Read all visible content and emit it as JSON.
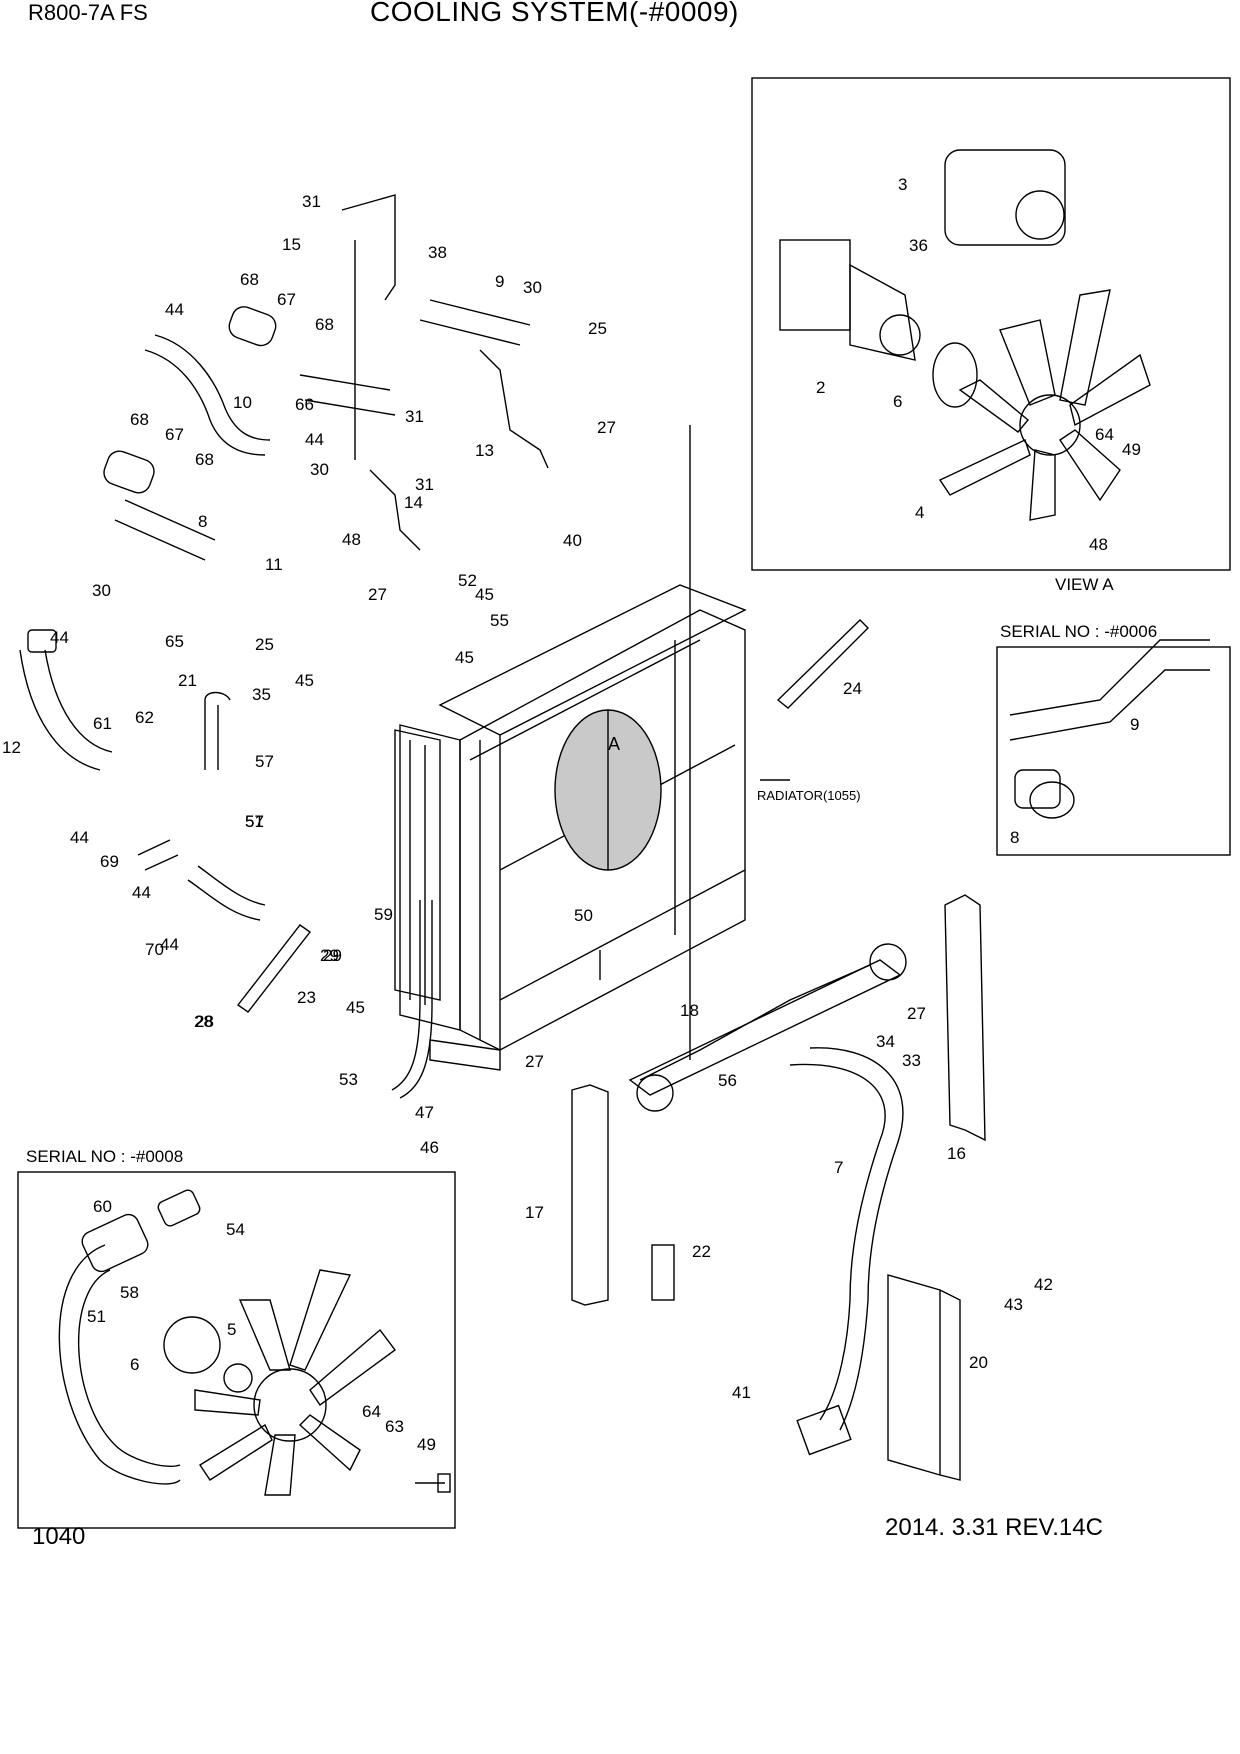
{
  "header": {
    "model": "R800-7A FS",
    "title": "COOLING SYSTEM(-#0009)"
  },
  "footer": {
    "page": "1040",
    "revision": "2014. 3.31  REV.14C"
  },
  "captions": {
    "view_a": "VIEW A",
    "serial_top": "SERIAL NO : -#0006",
    "serial_bottom": "SERIAL NO : -#0008",
    "radiator": "RADIATOR(1055)",
    "view_marker": "A"
  },
  "callouts": [
    "31",
    "15",
    "38",
    "9",
    "30",
    "25",
    "68",
    "67",
    "68",
    "44",
    "66",
    "31",
    "13",
    "27",
    "10",
    "44",
    "68",
    "67",
    "68",
    "30",
    "31",
    "14",
    "8",
    "48",
    "27",
    "11",
    "52",
    "45",
    "55",
    "40",
    "30",
    "65",
    "25",
    "21",
    "45",
    "35",
    "45",
    "62",
    "57",
    "51",
    "57",
    "44",
    "61",
    "12",
    "44",
    "69",
    "44",
    "70",
    "44",
    "59",
    "29",
    "23",
    "28",
    "45",
    "53",
    "47",
    "46",
    "27",
    "17",
    "22",
    "18",
    "56",
    "34",
    "33",
    "27",
    "16",
    "7",
    "42",
    "43",
    "20",
    "41",
    "28",
    "29",
    "24",
    "50",
    "3",
    "36",
    "2",
    "6",
    "64",
    "49",
    "4",
    "48",
    "9",
    "8",
    "60",
    "54",
    "58",
    "51",
    "5",
    "6",
    "64",
    "63",
    "49"
  ]
}
